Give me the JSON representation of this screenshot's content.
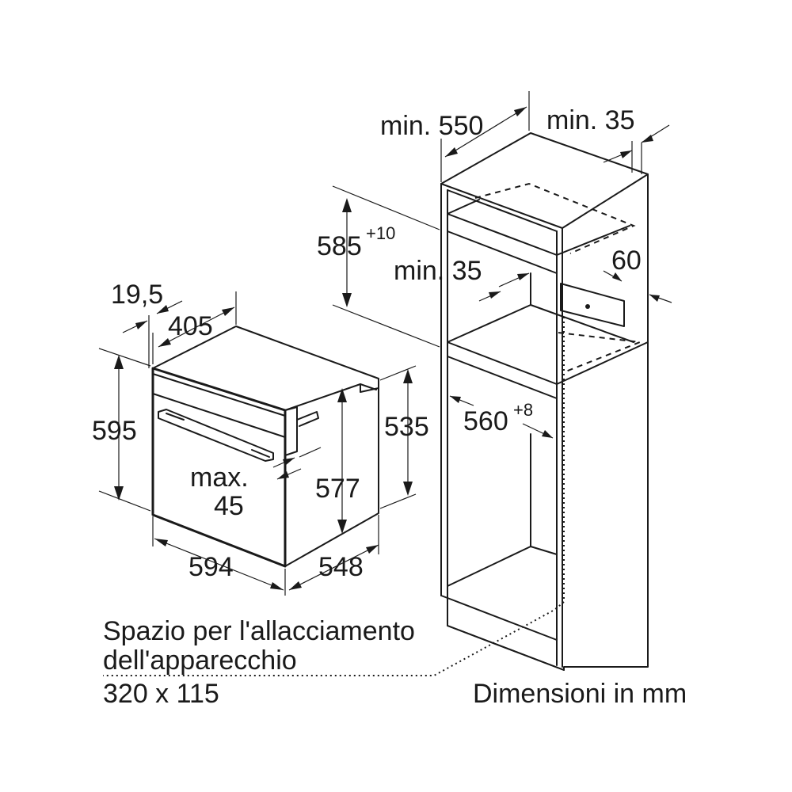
{
  "labels": {
    "oven_width": "594",
    "oven_depth": "548",
    "oven_height": "595",
    "oven_inner_height": "577",
    "oven_rear_height": "535",
    "oven_top_depth": "405",
    "front_panel": "19,5",
    "max_label": "max.",
    "max_value": "45",
    "niche_depth": "min. 550",
    "side_gap": "min. 35",
    "niche_height_base": "585",
    "niche_height_tol": "+10",
    "vent_gap": "min. 35",
    "vent_height": "60",
    "niche_width_base": "560",
    "niche_width_tol": "+8"
  },
  "connection_note": {
    "line1": "Spazio per l'allacciamento",
    "line2": "dell'apparecchio",
    "line3": "320 x 115"
  },
  "units_note": "Dimensioni in mm",
  "colors": {
    "line": "#1a1a1a",
    "hatch_fill": "#d9d9d9",
    "background": "#ffffff"
  }
}
